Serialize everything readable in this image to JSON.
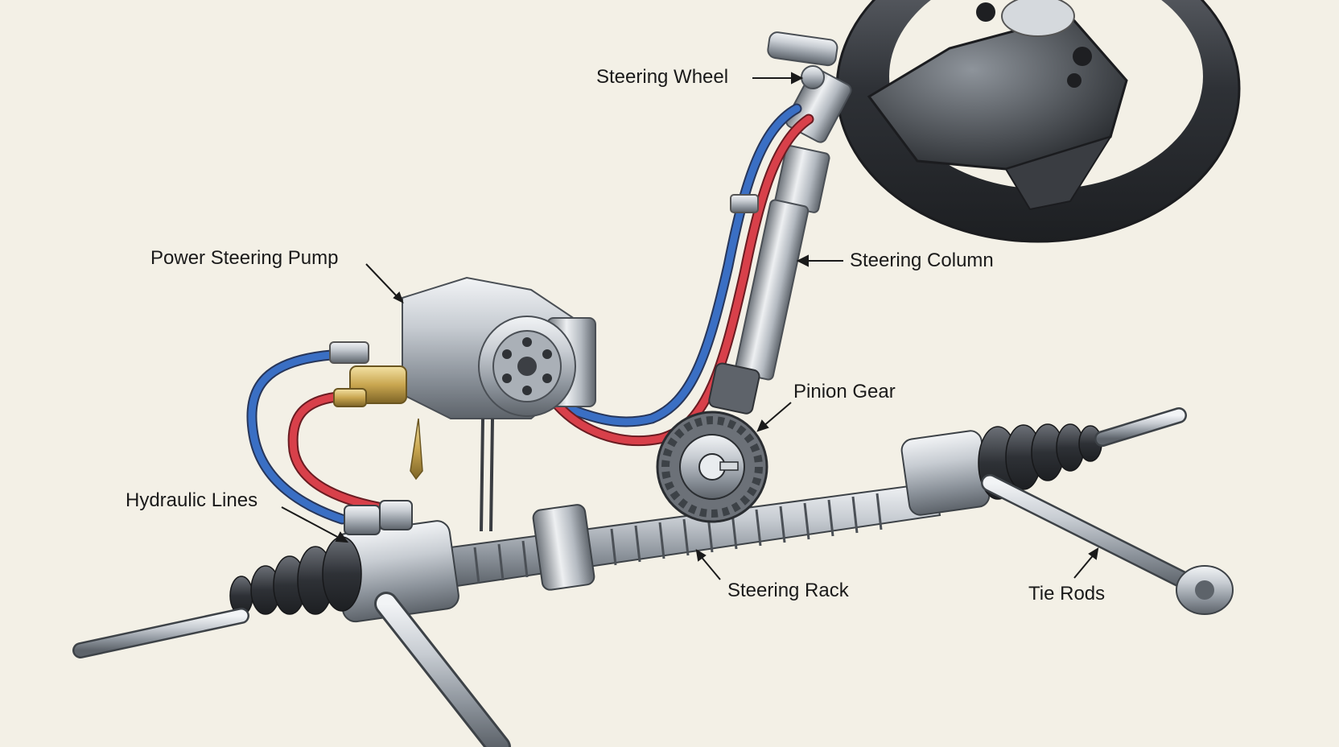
{
  "labels": {
    "steering_wheel": "Steering Wheel",
    "steering_column": "Steering Column",
    "power_steering_pump": "Power Steering Pump",
    "pinion_gear": "Pinion Gear",
    "hydraulic_lines": "Hydraulic Lines",
    "steering_rack": "Steering Rack",
    "tie_rods": "Tie Rods"
  },
  "colors": {
    "background": "#f3f0e6",
    "supply_line": "#3a6fc4",
    "return_line": "#d8404a",
    "metal": "#b9bfc6",
    "rubber": "#3a3d42"
  }
}
